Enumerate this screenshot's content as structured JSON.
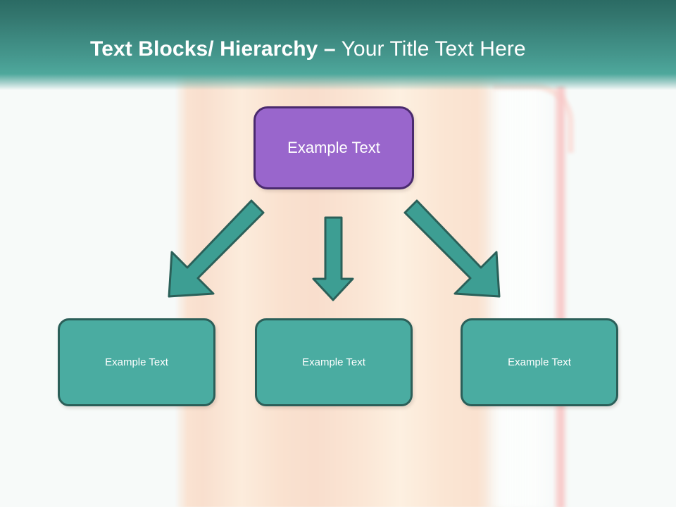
{
  "slide": {
    "title": {
      "bold_part": "Text Blocks/ Hierarchy –",
      "regular_part": " Your Title Text Here",
      "full": "Text Blocks/ Hierarchy – Your Title Text Here"
    },
    "header_color_top": "#2b6b64",
    "header_color_bottom": "#4ea89c",
    "background_color": "#f7faf9",
    "accent_band_color": "#f9debf"
  },
  "diagram": {
    "type": "hierarchy",
    "root": {
      "label": "Example Text",
      "fill": "#9966cc",
      "border": "#4a2a6e",
      "text_color": "#ffffff"
    },
    "children": [
      {
        "label": "Example Text",
        "fill": "#4aaca1",
        "border": "#2b5f59",
        "text_color": "#ffffff"
      },
      {
        "label": "Example Text",
        "fill": "#4aaca1",
        "border": "#2b5f59",
        "text_color": "#ffffff"
      },
      {
        "label": "Example Text",
        "fill": "#4aaca1",
        "border": "#2b5f59",
        "text_color": "#ffffff"
      }
    ],
    "connectors": [
      {
        "name": "arrow-down-left",
        "direction": "down-left",
        "fill": "#3d9e93",
        "border": "#2b6059"
      },
      {
        "name": "arrow-down",
        "direction": "down",
        "fill": "#3d9e93",
        "border": "#2b6059"
      },
      {
        "name": "arrow-down-right",
        "direction": "down-right",
        "fill": "#3d9e93",
        "border": "#2b6059"
      }
    ]
  }
}
